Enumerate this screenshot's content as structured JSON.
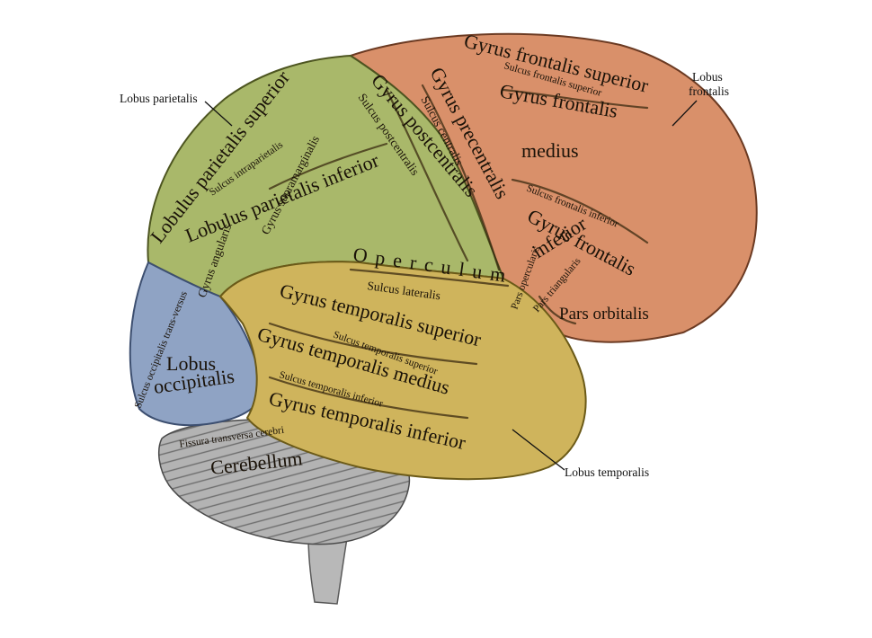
{
  "colors": {
    "frontal": "#d9906a",
    "parietal": "#a9b86a",
    "temporal": "#cfb45c",
    "occipital": "#8fa3c4",
    "cerebellum": "#a8a8a8",
    "brainstem": "#b8b8b8"
  },
  "labels": {
    "lobus_parietalis": "Lobus parietalis",
    "lobus_frontalis_1": "Lobus",
    "lobus_frontalis_2": "frontalis",
    "lobus_temporalis": "Lobus temporalis",
    "gyrus_frontalis_superior": "Gyrus frontalis superior",
    "sulcus_frontalis_superior": "Sulcus frontalis superior",
    "gyrus_frontalis": "Gyrus frontalis",
    "medius": "medius",
    "sulcus_frontalis_inferior": "Sulcus frontalis inferior",
    "gyrus_frontalis_inferior_1": "Gyrus frontalis",
    "gyrus_frontalis_inferior_2": "inferior",
    "pars_opercularis": "Pars opercularis",
    "pars_triangularis": "Pars triangularis",
    "pars_orbitalis": "Pars orbitalis",
    "gyrus_precentralis": "Gyrus precentralis",
    "sulcus_centralis": "Sulcus centralis",
    "gyrus_postcentralis": "Gyrus postcentralis",
    "sulcus_postcentralis": "Sulcus postcentralis",
    "lobulus_parietalis_superior": "Lobulus parietalis superior",
    "sulcus_intraparietalis": "Sulcus intraparietalis",
    "lobulus_parietalis_inferior": "Lobulus parietalis inferior",
    "gyrus_supramarginalis": "Gyrus supramarginalis",
    "gyrus_angularis": "Gyrus angularis",
    "operculum": "Operculum",
    "sulcus_lateralis": "Sulcus lateralis",
    "gyrus_temporalis_superior": "Gyrus temporalis superior",
    "sulcus_temporalis_superior": "Sulcus temporalis superior",
    "gyrus_temporalis_medius": "Gyrus temporalis medius",
    "sulcus_temporalis_inferior": "Sulcus temporalis inferior",
    "gyrus_temporalis_inferior": "Gyrus temporalis inferior",
    "sulcus_occipitalis_transversus": "Sulcus occipitalis trans-versus",
    "lobus_occipitalis_1": "Lobus",
    "lobus_occipitalis_2": "occipitalis",
    "fissura_transversa_cerebri": "Fissura transversa cerebri",
    "cerebellum": "Cerebellum"
  }
}
